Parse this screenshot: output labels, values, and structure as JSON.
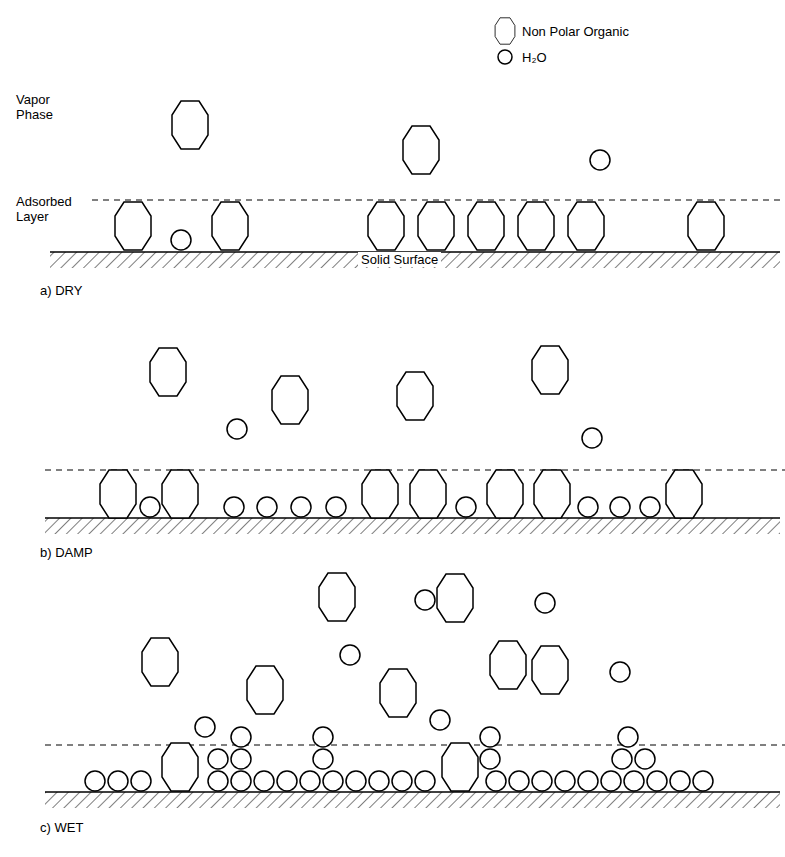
{
  "diagram": {
    "labels": [
      "Vapor Phase",
      "Adsorbed Layer",
      "Solid Surface",
      "a) DRY",
      "b) DAMP",
      "c) WET"
    ],
    "legend": [
      {
        "text": "Non Polar Organic"
      },
      {
        "text": "H₂O"
      }
    ]
  }
}
